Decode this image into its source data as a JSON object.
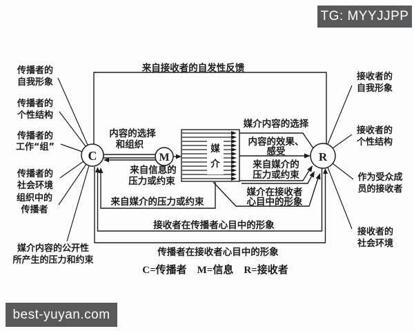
{
  "badge": {
    "text": "TG: MYYJJPP"
  },
  "watermark": {
    "text": "best-yuyan.com"
  },
  "colors": {
    "badge_bg": "#58595b",
    "ink": "#1c1c1c",
    "bg": "#fdfdfd"
  },
  "nodes": {
    "communicator": "C",
    "message": "M",
    "receiver": "R",
    "media_char1": "媒",
    "media_char2": "介"
  },
  "top": {
    "feedback": "来自接收者的自发性反馈"
  },
  "cm": {
    "select_l1": "内容的选择",
    "select_l2": "和组织",
    "msg_pressure_l1": "来自信息的",
    "msg_pressure_l2": "压力或约束",
    "media_pressure_on_c": "来自媒介的压力或约束"
  },
  "mr": {
    "content_selection": "媒介内容的选择",
    "effect_l1": "内容的效果、",
    "effect_l2": "感受",
    "media_pressure_l1": "来自媒介的",
    "media_pressure_l2": "压力或约束",
    "media_image_l1": "媒介在接收者",
    "media_image_l2": "心目中的形象"
  },
  "bottom": {
    "receiver_image_in_c": "接收者在传播者心目中的形象",
    "communicator_image_in_r": "传播者在接收者心目中的形象",
    "legend": "C=传播者　M=信息　R=接收者"
  },
  "left_labels": [
    {
      "l1": "传播者的",
      "l2": "自我形象"
    },
    {
      "l1": "传播者的",
      "l2": "个性结构"
    },
    {
      "l1": "传播者的",
      "l2": "工作“组”"
    },
    {
      "l1": "传播者的",
      "l2": "社会环境"
    },
    {
      "l1": "组织中的",
      "l2": "传播者"
    },
    {
      "l1": "媒介内容的公开性",
      "l2": "所产生的压力和约束"
    }
  ],
  "right_labels": [
    {
      "l1": "接收者的",
      "l2": "自我形象"
    },
    {
      "l1": "接收者的",
      "l2": "个性结构"
    },
    {
      "l1": "作为受众成",
      "l2": "员的接收者"
    },
    {
      "l1": "接收者的",
      "l2": "社会环境"
    }
  ]
}
